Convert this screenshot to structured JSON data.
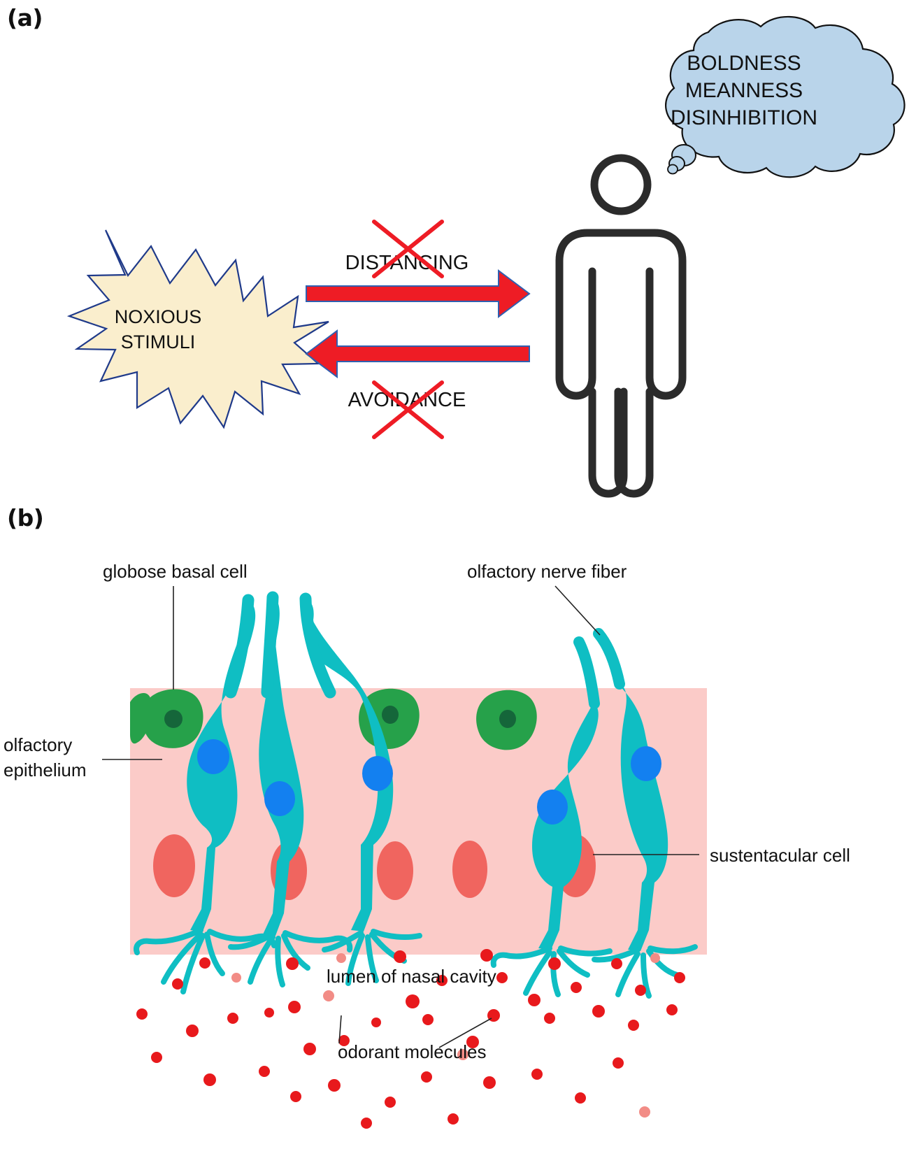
{
  "figure": {
    "panels": [
      {
        "letter": "(a)",
        "name": "behavioral-schematic"
      },
      {
        "letter": "(b)",
        "name": "olfactory-epithelium-diagram"
      }
    ]
  },
  "panel_a": {
    "letter": "(a)",
    "starburst": {
      "line1": "NOXIOUS",
      "line2": "STIMULI",
      "fill": "#faeecd",
      "stroke": "#1f3a8a"
    },
    "arrows": [
      {
        "name": "distancing-arrow",
        "label": "DISTANCING",
        "direction": "right",
        "fill": "#ee1c25",
        "stroke": "#2f5fb0",
        "crossed_out": true
      },
      {
        "name": "avoidance-arrow",
        "label": "AVOIDANCE",
        "direction": "left",
        "fill": "#ee1c25",
        "stroke": "#2f5fb0",
        "crossed_out": true
      }
    ],
    "cross_mark_color": "#ee1c25",
    "person": {
      "name": "person-pictogram",
      "stroke": "#2b2b2b",
      "fill": "#ffffff"
    },
    "thought_bubble": {
      "fill": "#b9d4ea",
      "stroke": "#111111",
      "lines": [
        "BOLDNESS",
        "MEANNESS",
        "DISINHIBITION"
      ]
    }
  },
  "panel_b": {
    "letter": "(b)",
    "labels": [
      {
        "name": "globose-basal-cell-label",
        "text": "globose basal cell"
      },
      {
        "name": "olfactory-nerve-fiber-label",
        "text": "olfactory nerve fiber"
      },
      {
        "name": "olfactory-epithelium-label-line1",
        "text": "olfactory"
      },
      {
        "name": "olfactory-epithelium-label-line2",
        "text": "epithelium"
      },
      {
        "name": "sustentacular-cell-label",
        "text": "sustentacular cell"
      },
      {
        "name": "lumen-of-nasal-cavity-label",
        "text": "lumen of nasal cavity"
      },
      {
        "name": "odorant-molecules-label",
        "text": "odorant molecules"
      }
    ],
    "colors": {
      "epithelium": "#fbcbc8",
      "neuron": "#0fbec3",
      "neuron_nucleus": "#1380f0",
      "basal_cell": "#26a14a",
      "basal_cell_nucleus": "#15663a",
      "sustentacular_cell": "#f0655f",
      "odorant": "#e8191c",
      "odorant_faded": "#f28c86"
    },
    "counts": {
      "olfactory_receptor_neurons": 5,
      "globose_basal_cells": 4,
      "sustentacular_cells": 5,
      "odorant_molecules": 48
    }
  }
}
